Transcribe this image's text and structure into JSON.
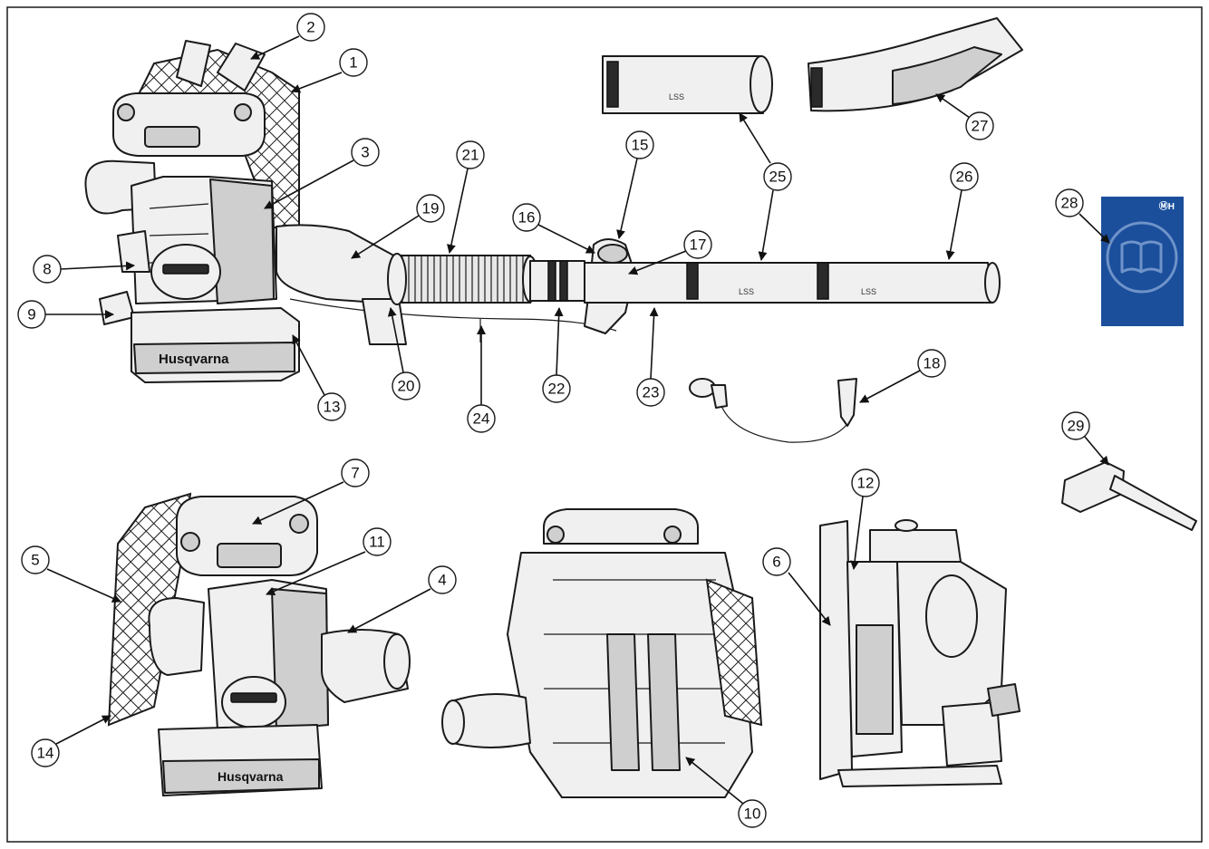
{
  "diagram": {
    "brand_text": "Husqvarna",
    "manual_tag": "ⓂH",
    "tube_label": "LSS",
    "callouts": [
      "1",
      "2",
      "3",
      "4",
      "5",
      "6",
      "7",
      "8",
      "9",
      "10",
      "11",
      "12",
      "13",
      "14",
      "15",
      "16",
      "17",
      "18",
      "19",
      "20",
      "21",
      "22",
      "23",
      "24",
      "25",
      "26",
      "27",
      "28",
      "29"
    ]
  }
}
